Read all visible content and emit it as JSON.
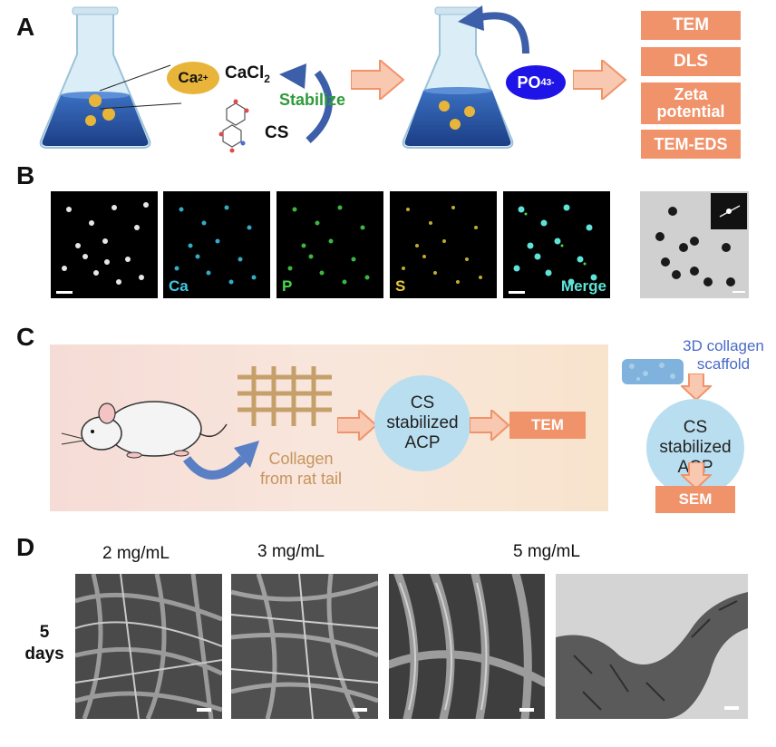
{
  "panels": {
    "a": "A",
    "b": "B",
    "c": "C",
    "d": "D"
  },
  "panel_a": {
    "ca_ion": "Ca",
    "ca_sup": "2+",
    "cacl": "CaCl",
    "cacl_sub": "2",
    "stabilize": "Stabilize",
    "cs": "CS",
    "po4": "PO",
    "po4_sub": "4",
    "po4_sup": "3-",
    "methods": [
      "TEM",
      "DLS",
      "Zeta potential",
      "TEM-EDS"
    ],
    "colors": {
      "orange": "#f0936b",
      "blue_ion": "#1f14e8",
      "stabilize_green": "#2e9a3a",
      "ca_yellow": "#e8b53a"
    }
  },
  "panel_b": {
    "maps": [
      {
        "label": "",
        "color": "#e6e6e6"
      },
      {
        "label": "Ca",
        "color": "#3ec9e6"
      },
      {
        "label": "P",
        "color": "#46d84a"
      },
      {
        "label": "S",
        "color": "#e6c83a"
      },
      {
        "label": "Merge",
        "color": "#5fe2d8"
      }
    ]
  },
  "panel_c": {
    "collagen_line1": "Collagen",
    "collagen_line2": "from rat tail",
    "acp_line1": "CS",
    "acp_line2": "stabilized",
    "acp_line3": "ACP",
    "tem": "TEM",
    "scaffold_line1": "3D collagen",
    "scaffold_line2": "scaffold",
    "sem": "SEM"
  },
  "panel_d": {
    "conc": [
      "2 mg/mL",
      "3 mg/mL",
      "5 mg/mL"
    ],
    "row_label_1": "5",
    "row_label_2": "days"
  }
}
